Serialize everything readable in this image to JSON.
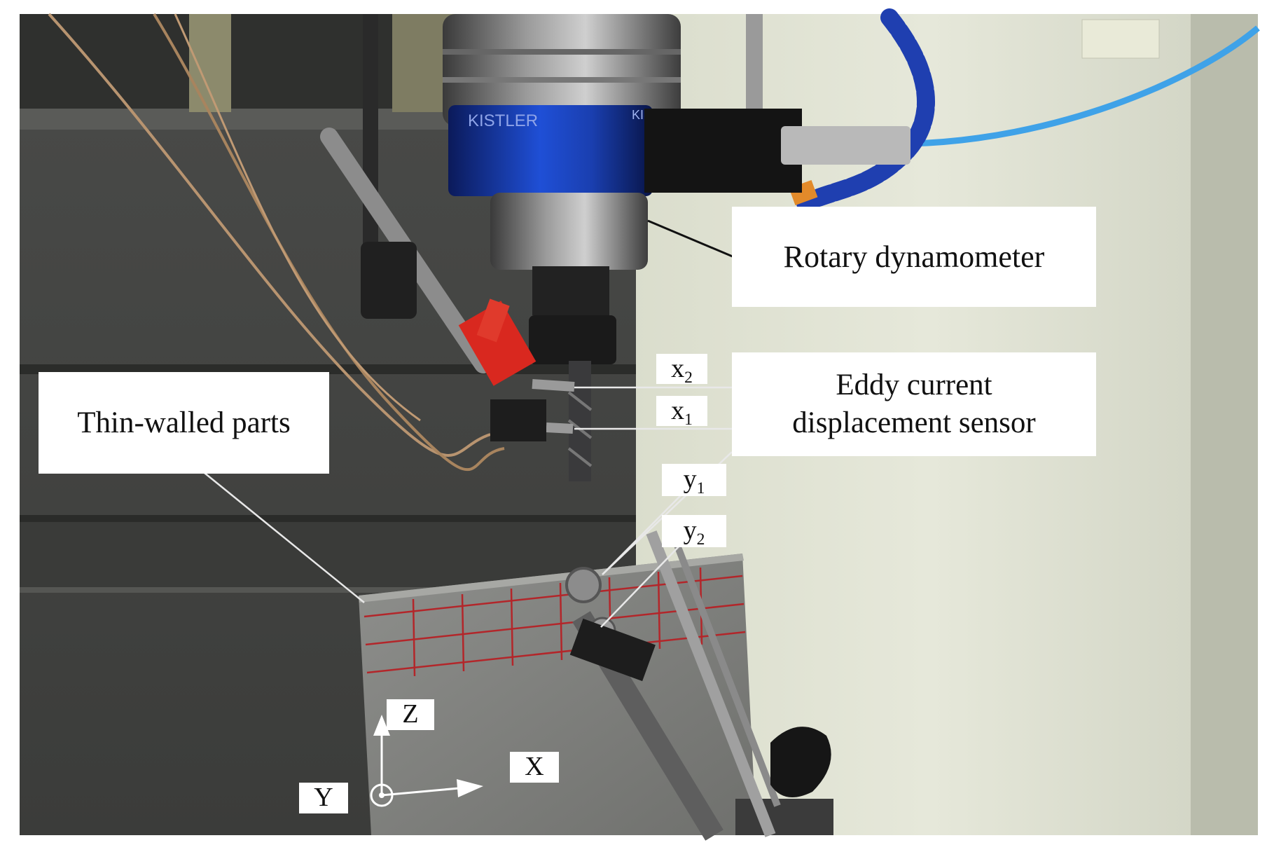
{
  "labels": {
    "rotary_dynamometer": "Rotary dynamometer",
    "eddy_line1": "Eddy current",
    "eddy_line2": "displacement sensor",
    "thin_walled": "Thin-walled parts",
    "x2": {
      "base": "x",
      "sub": "2"
    },
    "x1": {
      "base": "x",
      "sub": "1"
    },
    "y1": {
      "base": "y",
      "sub": "1"
    },
    "y2": {
      "base": "y",
      "sub": "2"
    },
    "axis_z": "Z",
    "axis_x": "X",
    "axis_y": "Y"
  },
  "equipment_text": {
    "brand": "KISTLER"
  }
}
